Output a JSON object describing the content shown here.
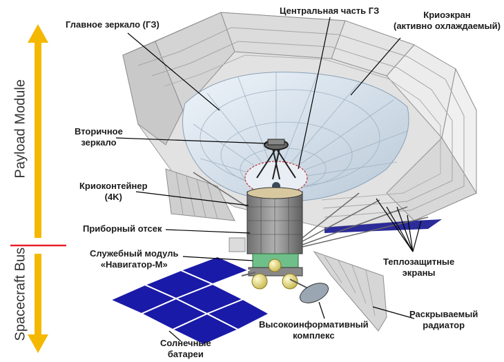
{
  "sections": {
    "payload_module": "Payload Module",
    "spacecraft_bus": "Spacecraft Bus"
  },
  "labels": {
    "main_mirror": "Главное зеркало (ГЗ)",
    "central_part": "Центральная часть ГЗ",
    "cryo_screen_line1": "Криоэкран",
    "cryo_screen_line2": "(активно охлаждаемый)",
    "secondary_mirror_line1": "Вторичное",
    "secondary_mirror_line2": "зеркало",
    "cryo_container_line1": "Криоконтейнер",
    "cryo_container_line2": "(4K)",
    "instrument_bay": "Приборный отсек",
    "service_module_line1": "Служебный модуль",
    "service_module_line2": "«Навигатор-М»",
    "thermal_screens_line1": "Теплозащитные",
    "thermal_screens_line2": "экраны",
    "high_info_complex_line1": "Высокоинформативный",
    "high_info_complex_line2": "комплекс",
    "deployable_radiator_line1": "Раскрываемый",
    "deployable_radiator_line2": "радиатор",
    "solar_panels_line1": "Солнечные",
    "solar_panels_line2": "батареи"
  },
  "colors": {
    "arrow_yellow": "#f5b800",
    "divider_red": "#e8202a",
    "solar_blue": "#1a1aa8",
    "screen_gray": "#c8c8c8",
    "mirror_light": "#dde8f2"
  }
}
